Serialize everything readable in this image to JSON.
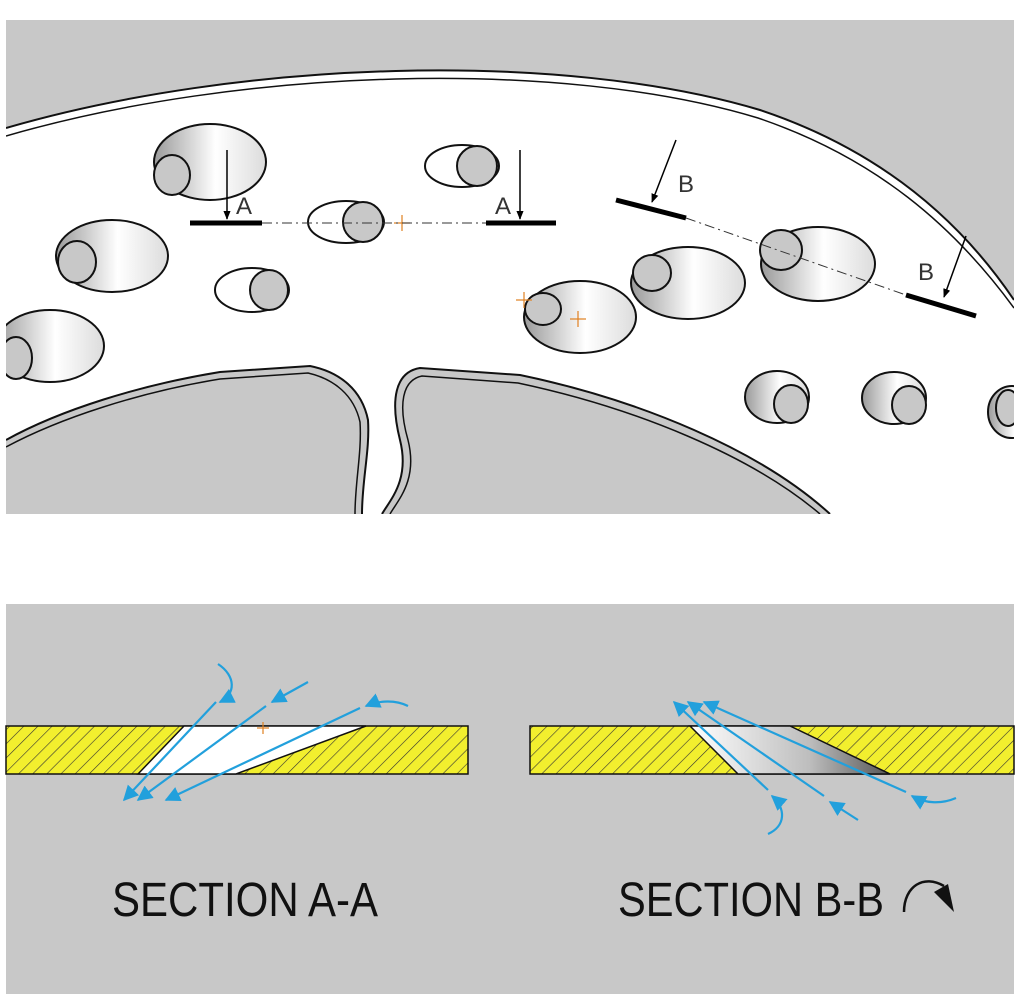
{
  "top_view": {
    "section_a_letter": "A",
    "section_b_letter": "B"
  },
  "sections": {
    "a_title": "SECTION A-A",
    "b_title": "SECTION B-B"
  },
  "colors": {
    "background": "#c8c8c8",
    "part": "#ffffff",
    "hatch_fill": "#f2ef2e",
    "flow_arrow": "#22a0dc",
    "center_mark": "#e08020"
  }
}
